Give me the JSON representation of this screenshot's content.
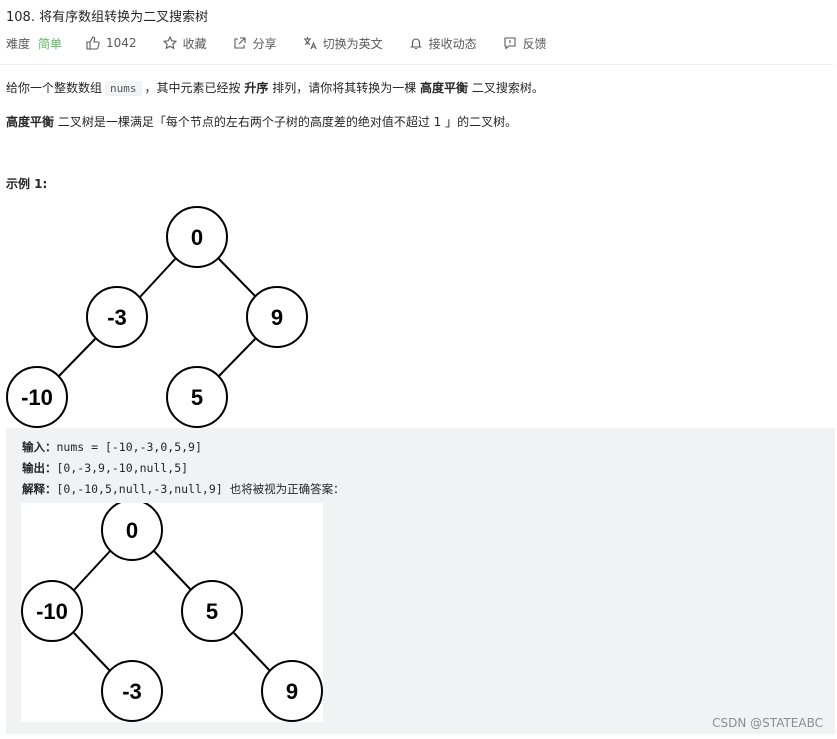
{
  "problem": {
    "title": "108. 将有序数组转换为二叉搜索树",
    "difficulty_label": "难度",
    "difficulty": "简单",
    "likes": "1042",
    "favorite": "收藏",
    "share": "分享",
    "switch_lang": "切换为英文",
    "subscribe": "接收动态",
    "feedback": "反馈"
  },
  "description": {
    "p1_a": "给你一个整数数组",
    "p1_code": "nums",
    "p1_b": "，其中元素已经按",
    "p1_bold1": "升序",
    "p1_c": "排列，请你将其转换为一棵",
    "p1_bold2": "高度平衡",
    "p1_d": "二叉搜索树。",
    "p2_bold": "高度平衡",
    "p2_text": "二叉树是一棵满足「每个节点的左右两个子树的高度差的绝对值不超过 1 」的二叉树。"
  },
  "example": {
    "title": "示例 1:",
    "input_label": "输入：",
    "input_value": "nums = [-10,-3,0,5,9]",
    "output_label": "输出：",
    "output_value": "[0,-3,9,-10,null,5]",
    "explain_label": "解释：",
    "explain_value": "[0,-10,5,null,-3,null,9] 也将被视为正确答案："
  },
  "tree1": [
    "0",
    "-3",
    "9",
    "-10",
    "5"
  ],
  "tree2": [
    "0",
    "-10",
    "5",
    "-3",
    "9"
  ],
  "watermark": "CSDN @STATEABC"
}
